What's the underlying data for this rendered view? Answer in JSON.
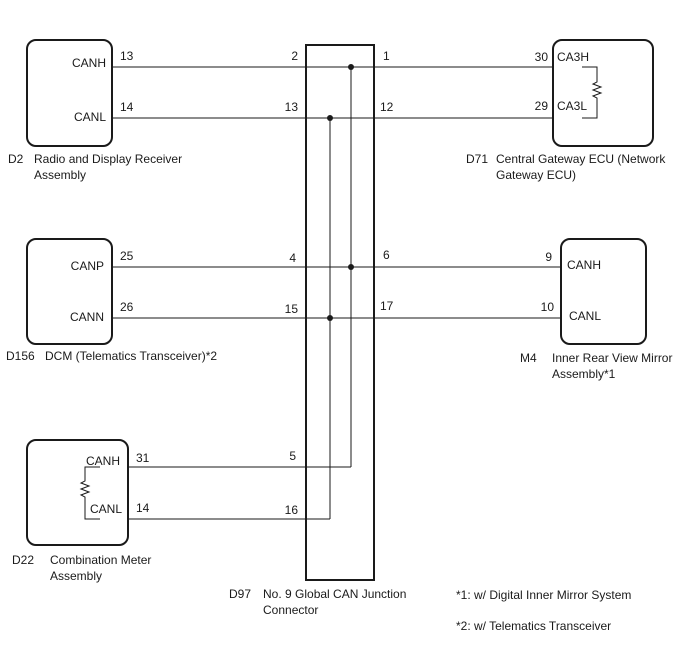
{
  "components": {
    "d2": {
      "code": "D2",
      "name_line1": "Radio and Display Receiver",
      "name_line2": "Assembly",
      "pins": [
        {
          "signal": "CANH",
          "pin": "13"
        },
        {
          "signal": "CANL",
          "pin": "14"
        }
      ]
    },
    "d156": {
      "code": "D156",
      "name_line1": "DCM (Telematics Transceiver)*2",
      "pins": [
        {
          "signal": "CANP",
          "pin": "25"
        },
        {
          "signal": "CANN",
          "pin": "26"
        }
      ]
    },
    "d22": {
      "code": "D22",
      "name_line1": "Combination Meter",
      "name_line2": "Assembly",
      "pins": [
        {
          "signal": "CANH",
          "pin": "31"
        },
        {
          "signal": "CANL",
          "pin": "14"
        }
      ]
    },
    "d71": {
      "code": "D71",
      "name_line1": "Central Gateway ECU (Network",
      "name_line2": "Gateway ECU)",
      "pins": [
        {
          "signal": "CA3H",
          "pin": "30"
        },
        {
          "signal": "CA3L",
          "pin": "29"
        }
      ]
    },
    "m4": {
      "code": "M4",
      "name_line1": "Inner Rear View Mirror",
      "name_line2": "Assembly*1",
      "pins": [
        {
          "signal": "CANH",
          "pin": "9"
        },
        {
          "signal": "CANL",
          "pin": "10"
        }
      ]
    },
    "d97": {
      "code": "D97",
      "name_line1": "No. 9 Global CAN Junction",
      "name_line2": "Connector",
      "left_pins": [
        "2",
        "13",
        "4",
        "15",
        "5",
        "16"
      ],
      "right_pins": [
        "1",
        "12",
        "6",
        "17"
      ]
    }
  },
  "notes": [
    "*1: w/ Digital Inner Mirror System",
    "*2: w/ Telematics Transceiver"
  ]
}
